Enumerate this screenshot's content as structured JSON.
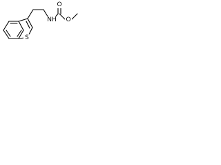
{
  "molecule": {
    "atoms": {
      "sulfur": "S",
      "nitrogen_hydrogen": "NH",
      "carbonyl_oxygen": "O",
      "ester_oxygen": "O"
    }
  }
}
